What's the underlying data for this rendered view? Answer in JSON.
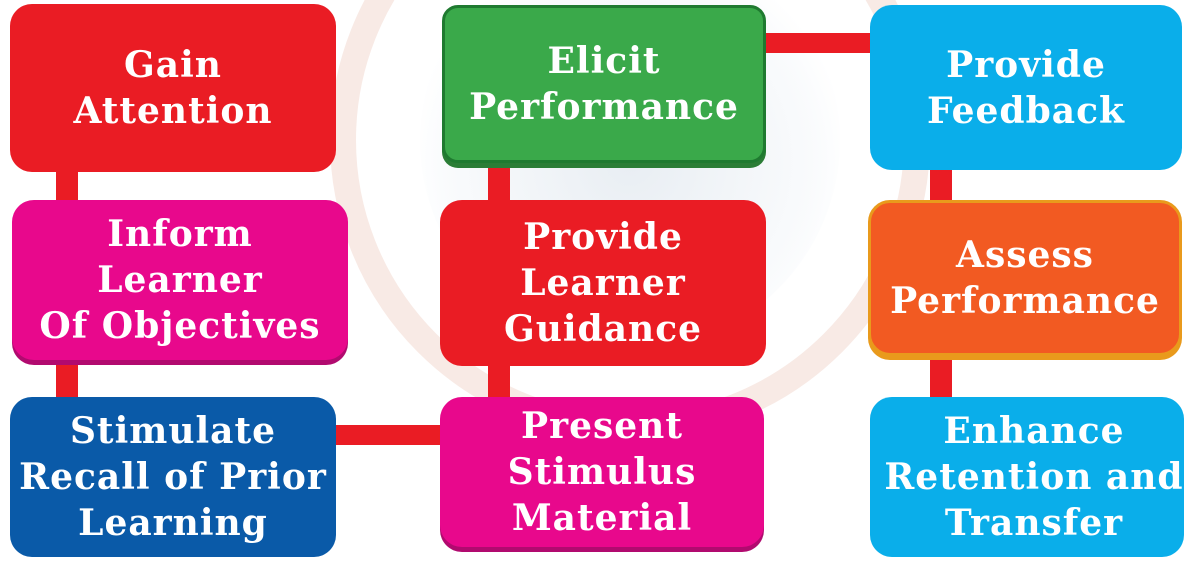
{
  "colors": {
    "connector": "#ea1c24",
    "red": "#ea1c24",
    "magenta": "#e8088c",
    "green": "#3aa94a",
    "cyan": "#0aaeea",
    "orange": "#f25a22",
    "blue": "#0a5aa8"
  },
  "steps": {
    "gain_attention": "Gain\nAttention",
    "inform_learner": "Inform Learner\nOf Objectives",
    "stimulate_recall": "Stimulate\nRecall of Prior\nLearning",
    "present_stimulus": "Present\nStimulus\nMaterial",
    "provide_guidance": "Provide\nLearner\nGuidance",
    "elicit_performance": "Elicit\nPerformance",
    "provide_feedback": "Provide\nFeedback",
    "assess_performance": "Assess\nPerformance",
    "enhance_retention": "Enhance\nRetention and\nTransfer"
  }
}
